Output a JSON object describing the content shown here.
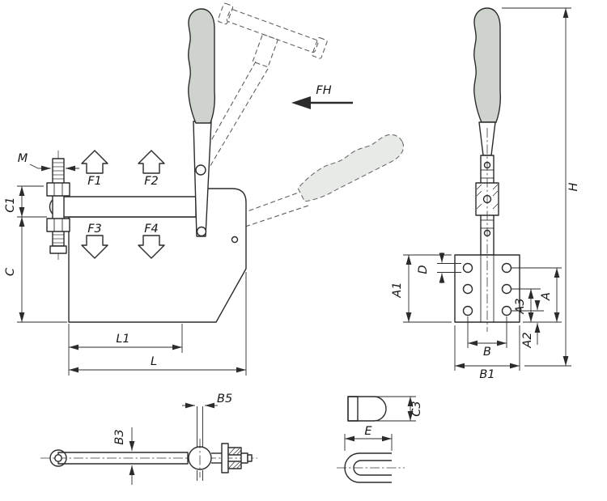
{
  "colors": {
    "line": "#2b2b2b",
    "handle_fill": "#ced3ce",
    "ghost_fill": "#e7eae7",
    "part_fill": "#ffffff",
    "background": "#ffffff"
  },
  "labels": {
    "m": "M",
    "c1": "C1",
    "c": "C",
    "f1": "F1",
    "f2": "F2",
    "f3": "F3",
    "f4": "F4",
    "fh": "FH",
    "l1": "L1",
    "l": "L",
    "b3": "B3",
    "b5": "B5",
    "h": "H",
    "d": "D",
    "a1": "A1",
    "a3": "A3",
    "a": "A",
    "a2": "A2",
    "b": "B",
    "b1": "B1",
    "c3": "C3",
    "e": "E"
  }
}
